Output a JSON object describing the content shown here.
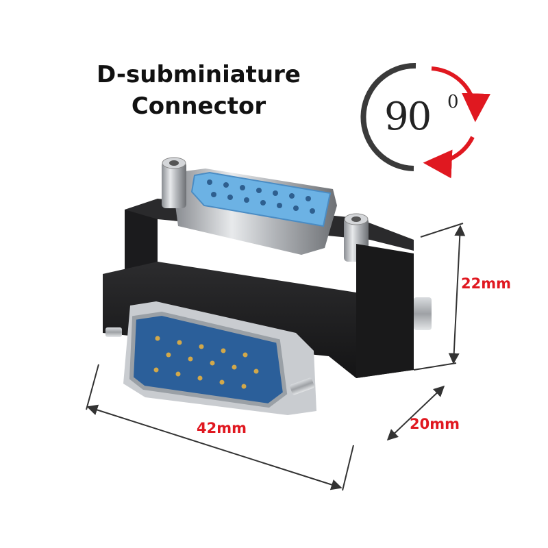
{
  "title": {
    "line1": "D-subminiature",
    "line2": "Connector"
  },
  "badge": {
    "number": "90",
    "degree": "0"
  },
  "dimensions": {
    "height": "22mm",
    "width": "42mm",
    "depth": "20mm"
  },
  "colors": {
    "dimension_text": "#e01820",
    "arrow_red": "#e01820",
    "female_insert": "#69aee0",
    "male_insert": "#2b5f9a",
    "housing": "#1c1c1e"
  }
}
